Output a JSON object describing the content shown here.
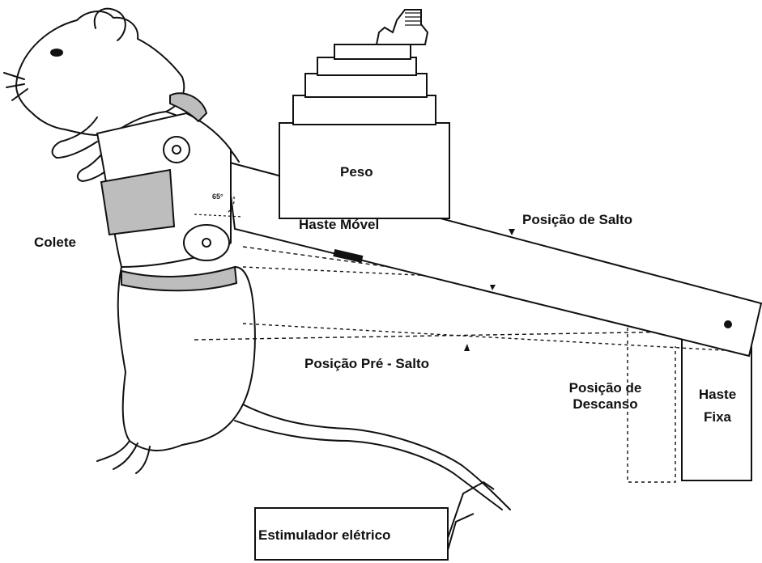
{
  "labels": {
    "peso": "Peso",
    "haste_movel": "Haste Móvel",
    "posicao_salto": "Posição de Salto",
    "colete": "Colete",
    "posicao_pre_salto": "Posição Pré - Salto",
    "posicao_descanso_line1": "Posição de",
    "posicao_descanso_line2": "Descanso",
    "haste_fixa_line1": "Haste",
    "haste_fixa_line2": "Fixa",
    "estimulador": "Estimulador elétrico",
    "angle": "65°"
  },
  "colors": {
    "ink": "#111111",
    "shade": "#bdbdbd",
    "background": "#ffffff"
  }
}
